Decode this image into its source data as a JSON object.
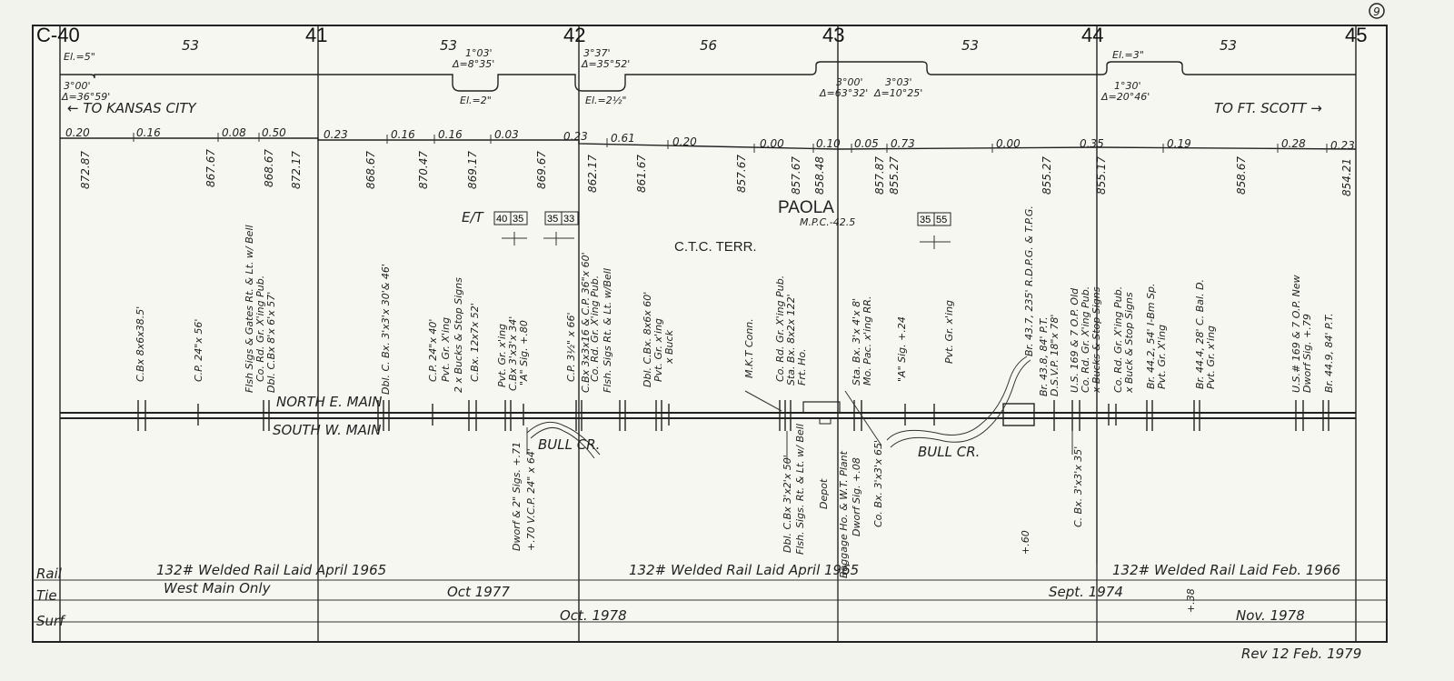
{
  "sheet": {
    "page_number": "9",
    "revision": "Rev 12 Feb. 1979"
  },
  "mileposts": [
    "C-40",
    "41",
    "42",
    "43",
    "44",
    "45"
  ],
  "segment_lengths": [
    "53",
    "53",
    "56",
    "53",
    "53"
  ],
  "curves": {
    "c1": {
      "elev": "El.=5\"",
      "degree": "3°00'",
      "delta": "Δ=36°59'"
    },
    "c2": {
      "degree": "1°03'",
      "delta": "Δ=8°35'",
      "elev": "El.=2\""
    },
    "c3": {
      "degree": "3°37'",
      "delta": "Δ=35°52'",
      "elev": "El.=2½\""
    },
    "c4a": {
      "degree": "3°00'",
      "delta": "Δ=63°32'"
    },
    "c4b": {
      "degree": "3°03'",
      "delta": "Δ=10°25'"
    },
    "c5": {
      "elev": "El.=3\"",
      "degree": "1°30'",
      "delta": "Δ=20°46'"
    }
  },
  "directions": {
    "west": "TO KANSAS CITY",
    "east": "TO FT. SCOTT"
  },
  "grades": [
    "0.20",
    "0.16",
    "0.08",
    "0.50",
    "0.23",
    "0.16",
    "0.16",
    "0.03",
    "0.23",
    "0.61",
    "0.20",
    "0.00",
    "0.10",
    "0.05",
    "0.73",
    "0.00",
    "0.35",
    "0.19",
    "0.28",
    "0.23"
  ],
  "elevations": [
    "872.87",
    "867.67",
    "868.67",
    "872.17",
    "868.67",
    "870.47",
    "869.17",
    "869.67",
    "862.17",
    "861.67",
    "857.67",
    "857.67",
    "858.48",
    "857.87",
    "855.27",
    "855.27",
    "855.17",
    "858.67",
    "854.21"
  ],
  "station": {
    "name": "PAOLA",
    "milepost": "M.P.C.-42.5"
  },
  "territory": "C.T.C. TERR.",
  "signals": {
    "et_label": "E/T",
    "pair1": [
      "40",
      "35"
    ],
    "pair2": [
      "35",
      "33"
    ],
    "pair3": [
      "35",
      "55"
    ]
  },
  "tracks": {
    "north": "NORTH  E. MAIN",
    "south": "SOUTH  W. MAIN"
  },
  "creeks": {
    "bull1": "BULL CR.",
    "bull2": "BULL CR."
  },
  "upper_features": [
    "C.Bx 8x6x38.5'",
    "C.P. 24\"x 56'",
    "Flsh Sigs & Gates Rt. & Lt. w/ Bell",
    "Co. Rd. Gr. X'ing Pub.",
    "Dbl. C.Bx 8'x 6'x 57'",
    "Dbl. C. Bx. 3'x3'x 30'& 46'",
    "C.P. 24\"x 40'",
    "Pvt. Gr. X'ing",
    "2 x Bucks & Stop Signs",
    "C.Bx. 12x7x 52'",
    "Pvt. Gr. x'ing",
    "C.Bx 3'x3'x 34'",
    "\"A\" Sig. +.80",
    "C.P. 3½\" x 66'",
    "C.Bx 3x3x16 & C.P. 36\"x 60'",
    "Co. Rd. Gr. X'ing Pub.",
    "Flsh. Sigs Rt. & Lt. w/Bell",
    "Dbl. C.Bx. 8x6x 60'",
    "Pvt. Gr. x'ing",
    "x Buck",
    "M.K.T Conn.",
    "Co. Rd. Gr. X'ing Pub.",
    "Sta. Bx. 8x2x 122'",
    "Frt. Ho.",
    "Sta. Bx. 3'x 4'x 8'",
    "Mo. Pac. x'ing RR.",
    "\"A\" Sig. +.24",
    "Pvt. Gr. x'ing",
    "Br. 43.7, 235' R.D.P.G. & T.P.G.",
    "Br. 43.8, 84' P.T.",
    "D.S.V.P. 18\"x 78'",
    "U.S. 169 & 7 O.P. Old",
    "Co. Rd. Gr. X'ing Pub.",
    "x Bucks & Stop Signs",
    "Co. Rd. Gr. X'ing Pub.",
    "x Buck & Stop Signs",
    "Br. 44.2, 54' I-Bm Sp.",
    "Pvt. Gr. X'ing",
    "Br. 44.4, 28' C. Bal. D.",
    "Pvt. Gr. x'ing",
    "U.S.# 169 & 7 O.P. New",
    "Dworf Sig. +.79",
    "Br. 44.9, 84' P.T."
  ],
  "lower_features": [
    "Dworf & 2\" Sigs. +.71",
    "+.70  V.C.P. 24\" x 64'",
    "Dbl. C.Bx 3'x2'x 50'",
    "Flsh. Sigs. Rt. & Lt. w/ Bell",
    "Depot",
    "Baggage Ho. & W.T. Plant",
    "Dworf Sig. +.08",
    "Co. Bx. 3'x3'x 65'",
    "C. Bx. 3'x3'x 35'",
    "+.60",
    "+.38"
  ],
  "rail_rows": {
    "labels": [
      "Rail",
      "Tie",
      "Surf"
    ],
    "rail_text": [
      "132# Welded Rail Laid April 1965",
      "West Main Only",
      "132# Welded Rail Laid April 1965",
      "132# Welded Rail Laid Feb. 1966"
    ],
    "tie_text": [
      "Oct 1977",
      "Sept. 1974"
    ],
    "surf_text": [
      "Oct. 1978",
      "Nov. 1978"
    ]
  }
}
